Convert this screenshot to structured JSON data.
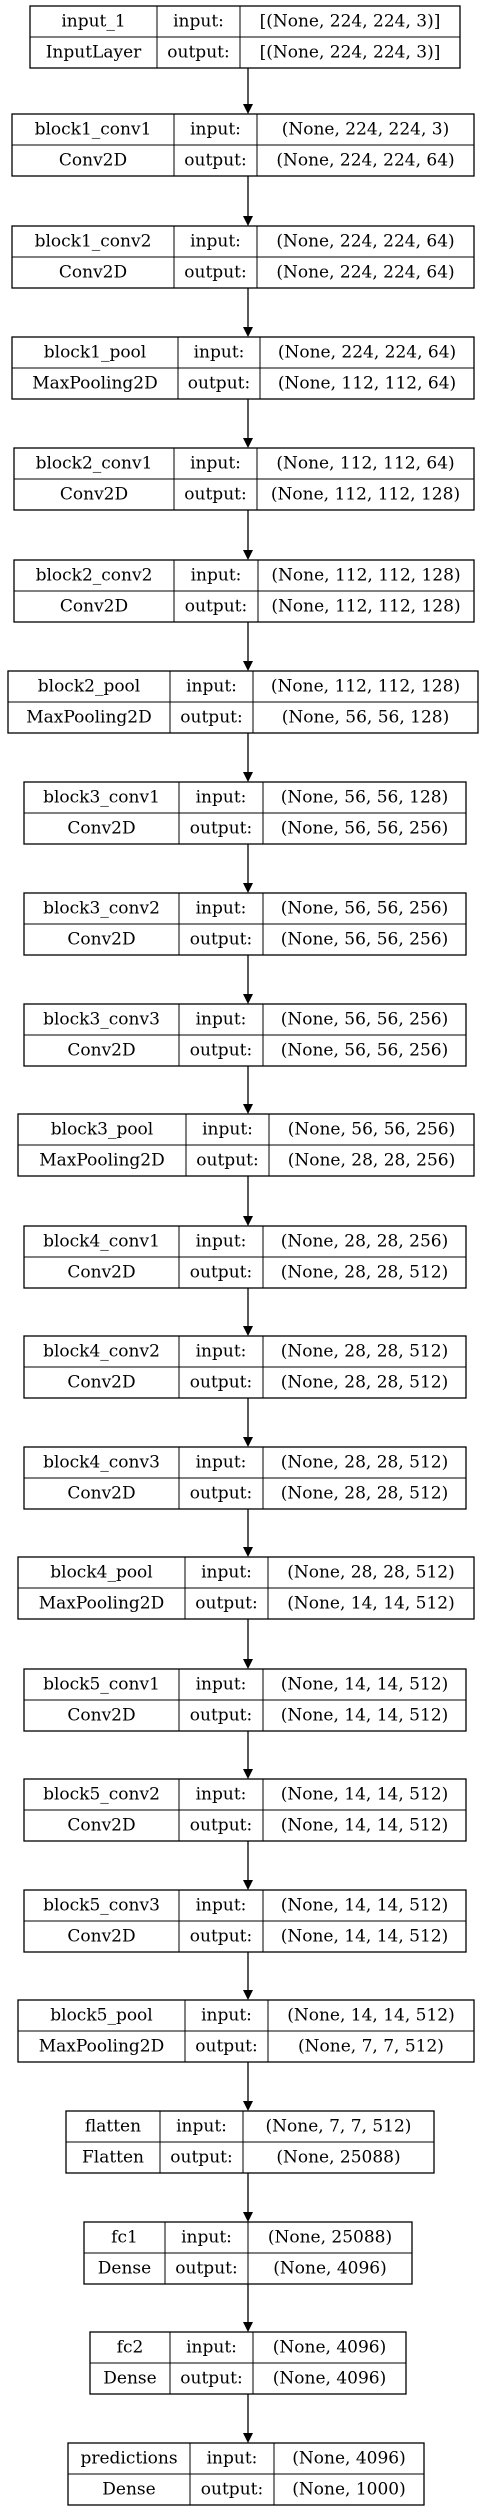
{
  "layers": [
    {
      "name": "input_1",
      "type": "InputLayer",
      "input_label": "input:",
      "output_label": "output:",
      "input_shape": "[(None, 224, 224, 3)]",
      "output_shape": "[(None, 224, 224, 3)]"
    },
    {
      "name": "block1_conv1",
      "type": "Conv2D",
      "input_label": "input:",
      "output_label": "output:",
      "input_shape": "(None, 224, 224, 3)",
      "output_shape": "(None, 224, 224, 64)"
    },
    {
      "name": "block1_conv2",
      "type": "Conv2D",
      "input_label": "input:",
      "output_label": "output:",
      "input_shape": "(None, 224, 224, 64)",
      "output_shape": "(None, 224, 224, 64)"
    },
    {
      "name": "block1_pool",
      "type": "MaxPooling2D",
      "input_label": "input:",
      "output_label": "output:",
      "input_shape": "(None, 224, 224, 64)",
      "output_shape": "(None, 112, 112, 64)"
    },
    {
      "name": "block2_conv1",
      "type": "Conv2D",
      "input_label": "input:",
      "output_label": "output:",
      "input_shape": "(None, 112, 112, 64)",
      "output_shape": "(None, 112, 112, 128)"
    },
    {
      "name": "block2_conv2",
      "type": "Conv2D",
      "input_label": "input:",
      "output_label": "output:",
      "input_shape": "(None, 112, 112, 128)",
      "output_shape": "(None, 112, 112, 128)"
    },
    {
      "name": "block2_pool",
      "type": "MaxPooling2D",
      "input_label": "input:",
      "output_label": "output:",
      "input_shape": "(None, 112, 112, 128)",
      "output_shape": "(None, 56, 56, 128)"
    },
    {
      "name": "block3_conv1",
      "type": "Conv2D",
      "input_label": "input:",
      "output_label": "output:",
      "input_shape": "(None, 56, 56, 128)",
      "output_shape": "(None, 56, 56, 256)"
    },
    {
      "name": "block3_conv2",
      "type": "Conv2D",
      "input_label": "input:",
      "output_label": "output:",
      "input_shape": "(None, 56, 56, 256)",
      "output_shape": "(None, 56, 56, 256)"
    },
    {
      "name": "block3_conv3",
      "type": "Conv2D",
      "input_label": "input:",
      "output_label": "output:",
      "input_shape": "(None, 56, 56, 256)",
      "output_shape": "(None, 56, 56, 256)"
    },
    {
      "name": "block3_pool",
      "type": "MaxPooling2D",
      "input_label": "input:",
      "output_label": "output:",
      "input_shape": "(None, 56, 56, 256)",
      "output_shape": "(None, 28, 28, 256)"
    },
    {
      "name": "block4_conv1",
      "type": "Conv2D",
      "input_label": "input:",
      "output_label": "output:",
      "input_shape": "(None, 28, 28, 256)",
      "output_shape": "(None, 28, 28, 512)"
    },
    {
      "name": "block4_conv2",
      "type": "Conv2D",
      "input_label": "input:",
      "output_label": "output:",
      "input_shape": "(None, 28, 28, 512)",
      "output_shape": "(None, 28, 28, 512)"
    },
    {
      "name": "block4_conv3",
      "type": "Conv2D",
      "input_label": "input:",
      "output_label": "output:",
      "input_shape": "(None, 28, 28, 512)",
      "output_shape": "(None, 28, 28, 512)"
    },
    {
      "name": "block4_pool",
      "type": "MaxPooling2D",
      "input_label": "input:",
      "output_label": "output:",
      "input_shape": "(None, 28, 28, 512)",
      "output_shape": "(None, 14, 14, 512)"
    },
    {
      "name": "block5_conv1",
      "type": "Conv2D",
      "input_label": "input:",
      "output_label": "output:",
      "input_shape": "(None, 14, 14, 512)",
      "output_shape": "(None, 14, 14, 512)"
    },
    {
      "name": "block5_conv2",
      "type": "Conv2D",
      "input_label": "input:",
      "output_label": "output:",
      "input_shape": "(None, 14, 14, 512)",
      "output_shape": "(None, 14, 14, 512)"
    },
    {
      "name": "block5_conv3",
      "type": "Conv2D",
      "input_label": "input:",
      "output_label": "output:",
      "input_shape": "(None, 14, 14, 512)",
      "output_shape": "(None, 14, 14, 512)"
    },
    {
      "name": "block5_pool",
      "type": "MaxPooling2D",
      "input_label": "input:",
      "output_label": "output:",
      "input_shape": "(None, 14, 14, 512)",
      "output_shape": "(None, 7, 7, 512)"
    },
    {
      "name": "flatten",
      "type": "Flatten",
      "input_label": "input:",
      "output_label": "output:",
      "input_shape": "(None, 7, 7, 512)",
      "output_shape": "(None, 25088)"
    },
    {
      "name": "fc1",
      "type": "Dense",
      "input_label": "input:",
      "output_label": "output:",
      "input_shape": "(None, 25088)",
      "output_shape": "(None, 4096)"
    },
    {
      "name": "fc2",
      "type": "Dense",
      "input_label": "input:",
      "output_label": "output:",
      "input_shape": "(None, 4096)",
      "output_shape": "(None, 4096)"
    },
    {
      "name": "predictions",
      "type": "Dense",
      "input_label": "input:",
      "output_label": "output:",
      "input_shape": "(None, 4096)",
      "output_shape": "(None, 1000)"
    }
  ]
}
